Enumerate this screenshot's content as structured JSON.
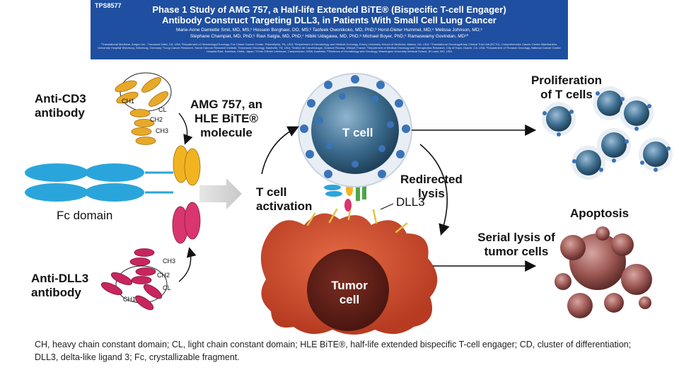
{
  "banner": {
    "code": "TPS8577",
    "title_line1": "Phase 1 Study of AMG 757, a Half-life Extended BiTE® (Bispecific T-cell Engager)",
    "title_line2": "Antibody Construct Targeting DLL3, in Patients With Small Cell Lung Cancer",
    "authors_line1": "Marie-Anne Damiette Smit, MD, MS;¹ Hossein Borghaei, DO, MS;² Taofeek Owonikoko, MD, PhD;³ Horst-Dieter Hummel, MD;⁴ Melissa Johnson, MD;⁵",
    "authors_line2": "Stéphane Champiat, MD, PhD;⁶ Ravi Salgia, MD, PhD;⁷ Hibiki Udagawa, MD, PhD;⁸ Michael Boyer, PhD;⁹ Ramaswamy Govindan, MD¹⁰",
    "affiliations": "¹Translational Medicine, Amgen Inc., Thousand Oaks, CA, USA; ²Department of Hematology/Oncology, Fox Chase Cancer Center, Philadelphia, PA, USA; ³Department of Hematology and Medical Oncology, Emory University School of Medicine, Atlanta, GA, USA; ⁴Translational Oncology/Early Clinical Trial Unit (ECTU), Comprehensive Cancer Center Mainfranken, University Hospital Würzburg, Würzburg, Germany; ⁵Lung Cancer Research, Sarah Cannon Research Institute, Tennessee Oncology, Nashville, TN, USA; ⁶Institut de Cancérologie, Gustave Roussy, Villejuif, France; ⁷Department of Medical Oncology and Therapeutics Research, City of Hope, Duarte, CA, USA; ⁸Department of Thoracic Oncology, National Cancer Center Hospital East, Kashiwa, Chiba, Japan; ⁹Chris O'Brien Lifehouse, Camperdown, NSW, Australia; ¹⁰Divisions of Hematology and Oncology, Washington University Medical School, St Louis, MO, USA"
  },
  "diagram": {
    "anti_cd3_line1": "Anti-CD3",
    "anti_cd3_line2": "antibody",
    "amg_line1": "AMG 757, an",
    "amg_line2": "HLE BiTE®",
    "amg_line3": "molecule",
    "fc_domain": "Fc domain",
    "anti_dll3_line1": "Anti-DLL3",
    "anti_dll3_line2": "antibody",
    "t_cell": "T cell",
    "t_cell_activation_line1": "T cell",
    "t_cell_activation_line2": "activation",
    "redirected_line1": "Redirected",
    "redirected_line2": "lysis",
    "dll3": "DLL3",
    "tumor_line1": "Tumor",
    "tumor_line2": "cell",
    "proliferation_line1": "Proliferation",
    "proliferation_line2": "of T cells",
    "apoptosis": "Apoptosis",
    "serial_line1": "Serial lysis of",
    "serial_line2": "tumor cells",
    "ch1": "CH1",
    "cl": "CL",
    "ch2": "CH2",
    "ch3": "CH3"
  },
  "footnote": {
    "line1": "CH, heavy chain constant domain; CL, light chain constant domain; HLE BiTE®, half-life extended bispecific T-cell engager; CD, cluster of differentiation;",
    "line2": "DLL3, delta-like ligand 3; Fc, crystallizable fragment."
  },
  "colors": {
    "banner": "#1f4fa0",
    "cd3_gold": "#e8a928",
    "dll3_magenta": "#c8255f",
    "fc_blue": "#2aa5db",
    "tcell_blue": "#3d6d8f",
    "tumor_red": "#c8492c",
    "apoptosis_brown": "#8a4a46"
  }
}
